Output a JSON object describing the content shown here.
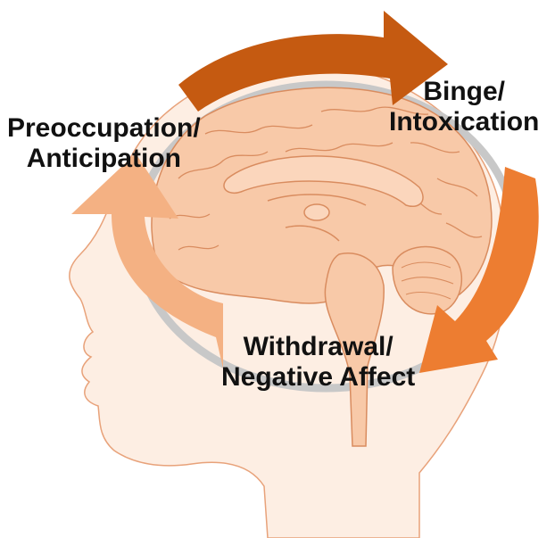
{
  "diagram": {
    "stages": [
      {
        "id": "binge",
        "line1": "Binge/",
        "line2": "Intoxication",
        "color": "#c55a11"
      },
      {
        "id": "withdrawal",
        "line1": "Withdrawal/",
        "line2": "Negative Affect",
        "color": "#ed7d31"
      },
      {
        "id": "preoccupation",
        "line1": "Preoccupation/",
        "line2": "Anticipation",
        "color": "#f4b183"
      }
    ],
    "colors": {
      "head_fill": "#fdeee3",
      "head_stroke": "#e8a27a",
      "brain_fill": "#f8c9a8",
      "brain_stroke": "#d98c5f",
      "ring": "#c8c8c8"
    }
  }
}
